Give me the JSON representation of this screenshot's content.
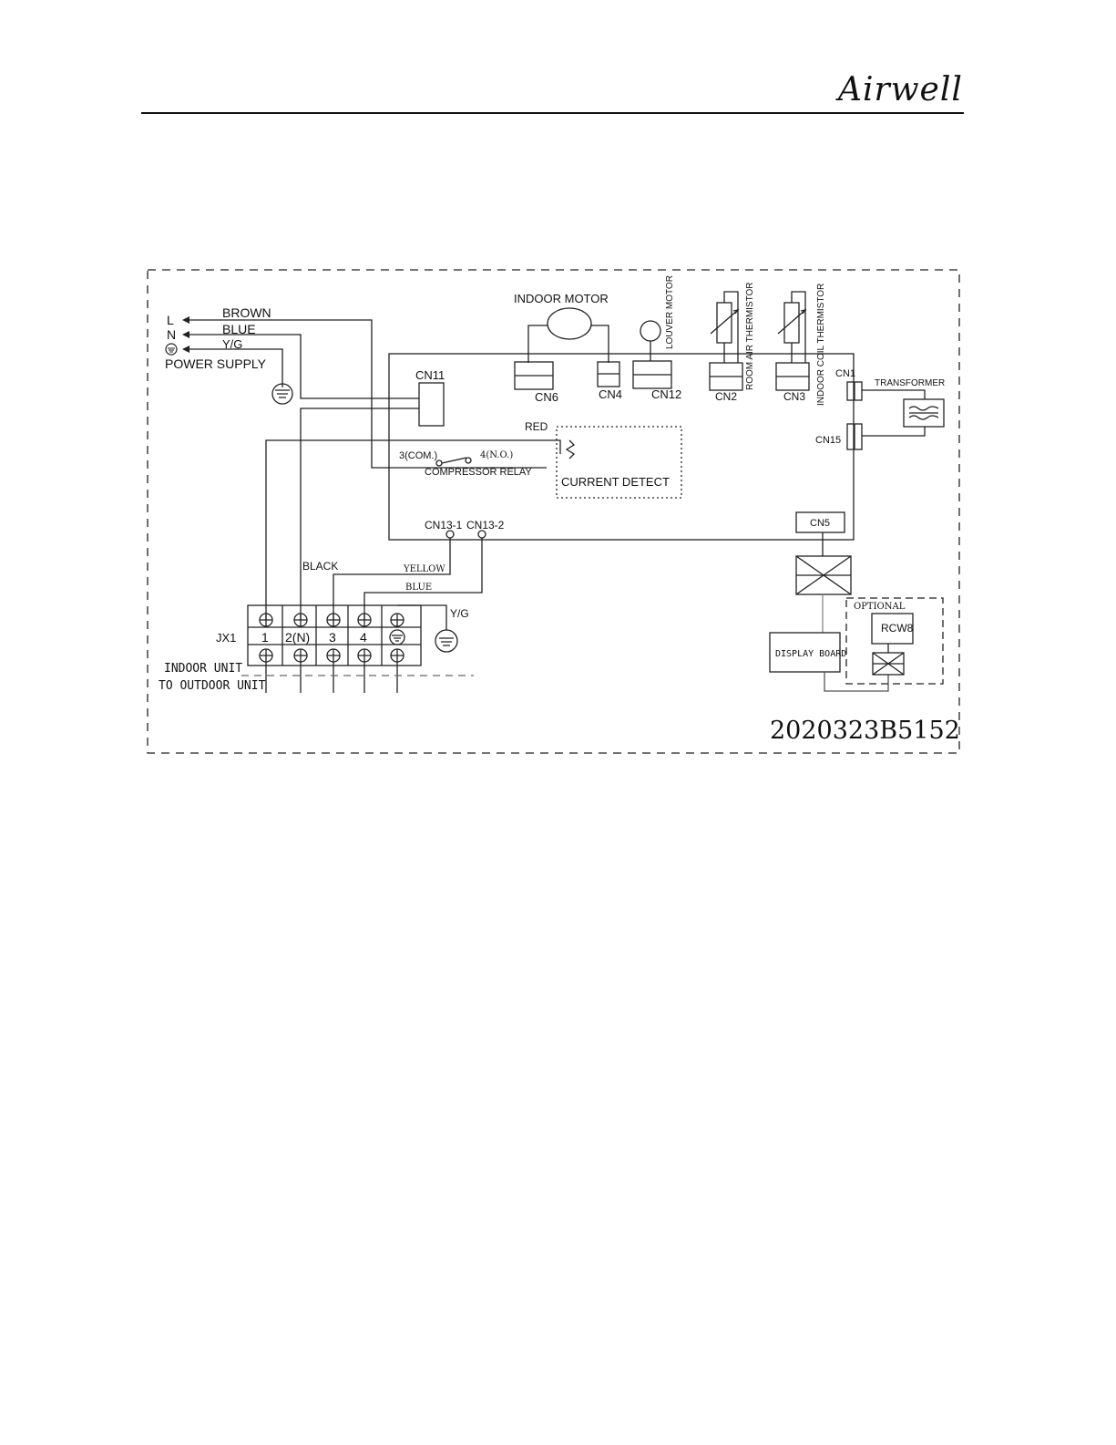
{
  "logo": "Airwell",
  "power": {
    "l": "L",
    "n": "N",
    "supply": "POWER SUPPLY",
    "brown": "BROWN",
    "blue": "BLUE",
    "yg": "Y/G"
  },
  "motors": {
    "indoor": "INDOOR MOTOR",
    "louver": "LOUVER MOTOR",
    "room_thermistor": "ROOM AIR THERMISTOR",
    "coil_thermistor": "INDOOR COIL THERMISTOR"
  },
  "connectors": {
    "cn11": "CN11",
    "cn6": "CN6",
    "cn4": "CN4",
    "cn12": "CN12",
    "cn2": "CN2",
    "cn3": "CN3",
    "cn1": "CN1",
    "cn15": "CN15",
    "cn5": "CN5",
    "cn13_1": "CN13-1",
    "cn13_2": "CN13-2"
  },
  "labels": {
    "transformer": "TRANSFORMER",
    "red": "RED",
    "com": "3(COM.)",
    "no": "4(N.O.)",
    "relay": "COMPRESSOR RELAY",
    "current": "CURRENT DETECT",
    "black": "BLACK",
    "yellow": "YELLOW",
    "blue2": "BLUE",
    "yg2": "Y/G",
    "jx1": "JX1",
    "t1": "1",
    "t2": "2(N)",
    "t3": "3",
    "t4": "4",
    "indoor_unit": "INDOOR UNIT",
    "outdoor_unit": "TO OUTDOOR UNIT",
    "optional": "OPTIONAL",
    "rcw8": "RCW8",
    "display_board": "DISPLAY BOARD",
    "code": "2020323B5152"
  }
}
